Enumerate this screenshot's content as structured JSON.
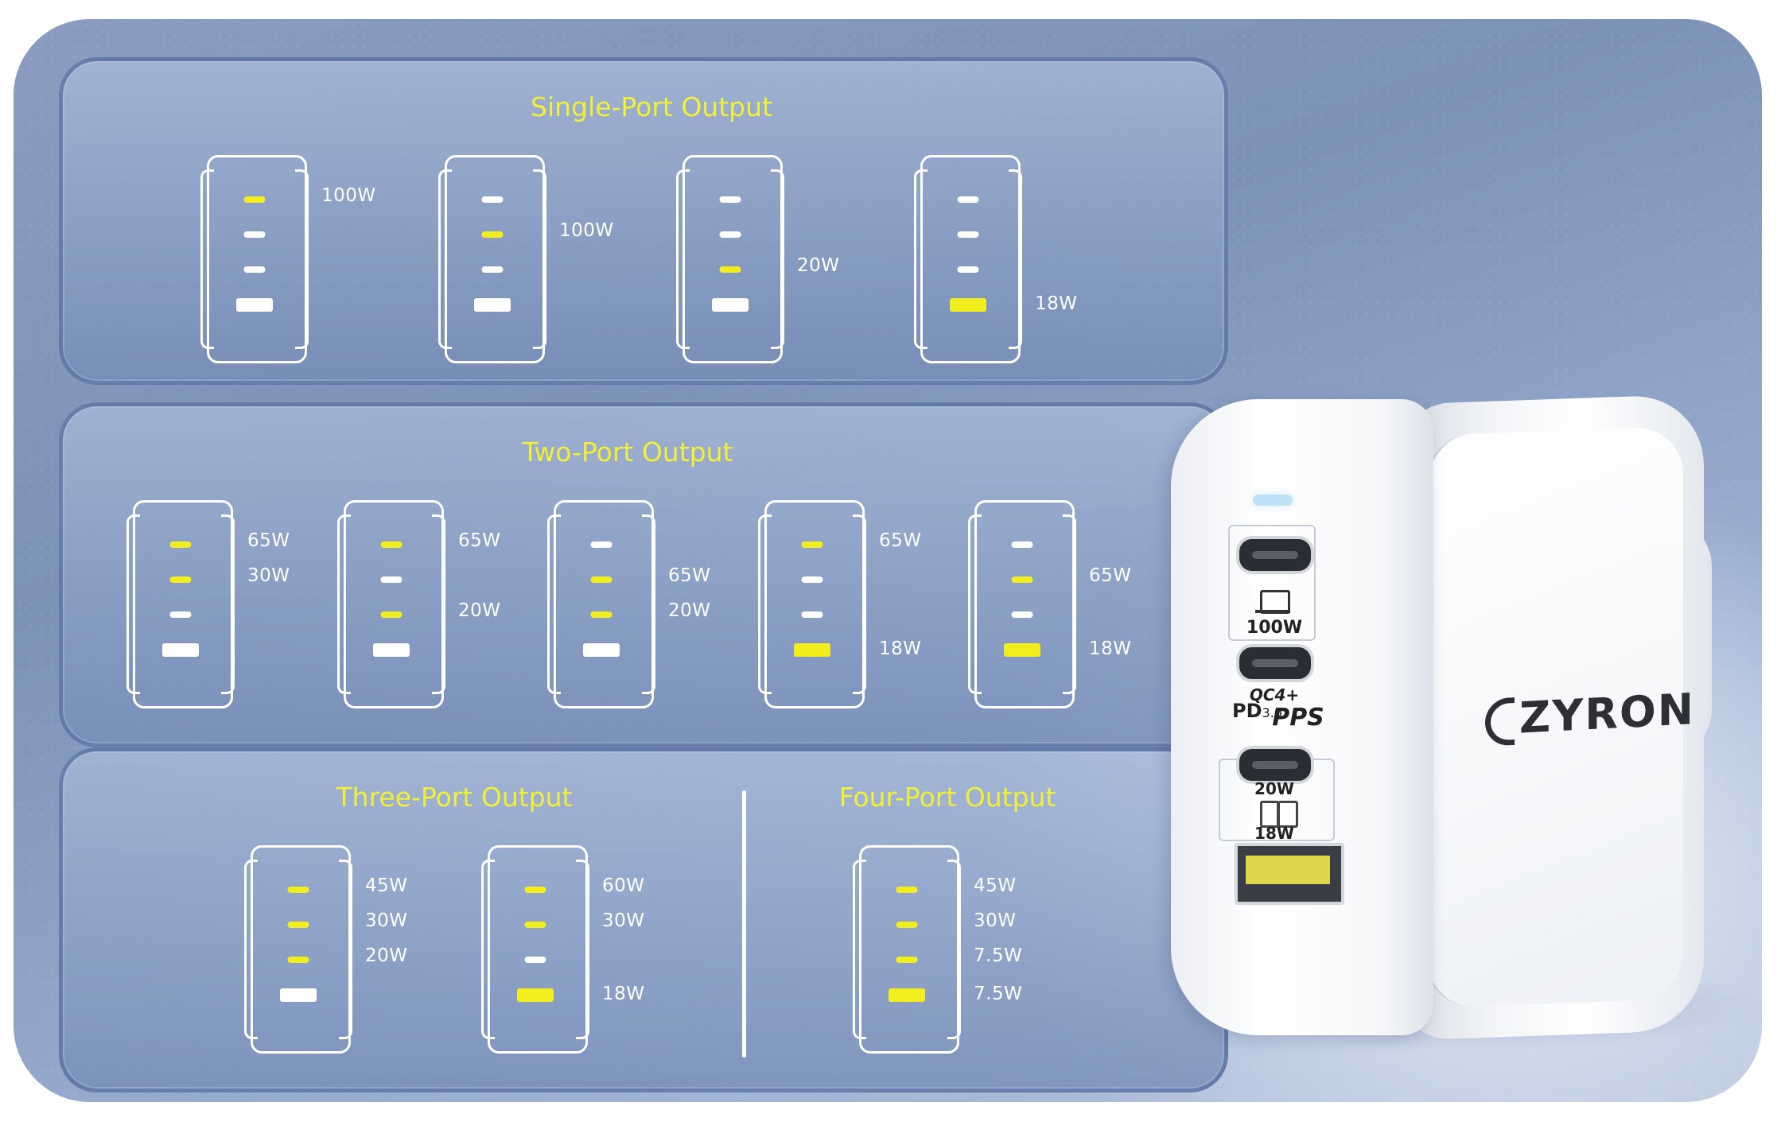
{
  "colors": {
    "background": "#8a9dc0",
    "active_port": "#f2ee1e",
    "inactive_port": "#ffffff",
    "title": "#f0ef3a"
  },
  "sections": {
    "single": {
      "title": "Single-Port Output",
      "devices": [
        {
          "active": [
            0
          ],
          "labels": [
            {
              "port": 0,
              "text": "100W"
            }
          ]
        },
        {
          "active": [
            1
          ],
          "labels": [
            {
              "port": 1,
              "text": "100W"
            }
          ]
        },
        {
          "active": [
            2
          ],
          "labels": [
            {
              "port": 2,
              "text": "20W"
            }
          ]
        },
        {
          "active": [
            3
          ],
          "labels": [
            {
              "port": 3,
              "text": "18W"
            }
          ]
        }
      ]
    },
    "two": {
      "title": "Two-Port Output",
      "devices": [
        {
          "active": [
            0,
            1
          ],
          "labels": [
            {
              "port": 0,
              "text": "65W"
            },
            {
              "port": 1,
              "text": "30W"
            }
          ]
        },
        {
          "active": [
            0,
            2
          ],
          "labels": [
            {
              "port": 0,
              "text": "65W"
            },
            {
              "port": 2,
              "text": "20W"
            }
          ]
        },
        {
          "active": [
            1,
            2
          ],
          "labels": [
            {
              "port": 1,
              "text": "65W"
            },
            {
              "port": 2,
              "text": "20W"
            }
          ]
        },
        {
          "active": [
            0,
            3
          ],
          "labels": [
            {
              "port": 0,
              "text": "65W"
            },
            {
              "port": 3,
              "text": "18W"
            }
          ]
        },
        {
          "active": [
            1,
            3
          ],
          "labels": [
            {
              "port": 1,
              "text": "65W"
            },
            {
              "port": 3,
              "text": "18W"
            }
          ]
        }
      ]
    },
    "three": {
      "title": "Three-Port Output",
      "devices": [
        {
          "active": [
            0,
            1,
            2
          ],
          "labels": [
            {
              "port": 0,
              "text": "45W"
            },
            {
              "port": 1,
              "text": "30W"
            },
            {
              "port": 2,
              "text": "20W"
            }
          ]
        },
        {
          "active": [
            0,
            1,
            3
          ],
          "labels": [
            {
              "port": 0,
              "text": "60W"
            },
            {
              "port": 1,
              "text": "30W"
            },
            {
              "port": 3,
              "text": "18W"
            }
          ]
        }
      ]
    },
    "four": {
      "title": "Four-Port Output",
      "devices": [
        {
          "active": [
            0,
            1,
            2,
            3
          ],
          "labels": [
            {
              "port": 0,
              "text": "45W"
            },
            {
              "port": 1,
              "text": "30W"
            },
            {
              "port": 2,
              "text": "7.5W"
            },
            {
              "port": 3,
              "text": "7.5W"
            }
          ]
        }
      ]
    }
  },
  "charger": {
    "brand": "ZYRON",
    "port1_label": "100W",
    "protocol_1": "QC4+",
    "protocol_2": "PD",
    "protocol_2_version": "3.0",
    "protocol_3": "PPS",
    "port3_label": "20W",
    "port4_label": "18W",
    "icons": [
      "laptop-icon",
      "phone-icon",
      "tablet-icon",
      "usb-c-port-icon",
      "usb-a-port-icon"
    ]
  }
}
